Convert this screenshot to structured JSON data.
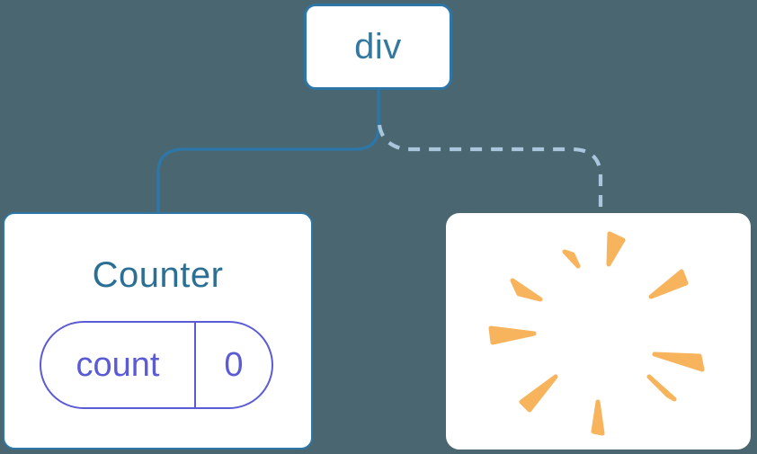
{
  "diagram": {
    "root_node": {
      "label": "div"
    },
    "counter_card": {
      "title": "Counter",
      "state": {
        "key": "count",
        "value": "0"
      }
    },
    "removed_card": {
      "icon": "poof-burst-icon"
    },
    "edges": {
      "solid": "div-to-counter",
      "dashed": "div-to-removed"
    }
  },
  "colors": {
    "background": "#4a6671",
    "card_bg": "#ffffff",
    "node_border": "#2d76a6",
    "node_text": "#35789f",
    "counter_title": "#2b7094",
    "solid_link": "#2d76a6",
    "dashed_link": "#a9c6dc",
    "state_accent": "#5b5bd6",
    "poof": "#f8b45c"
  }
}
